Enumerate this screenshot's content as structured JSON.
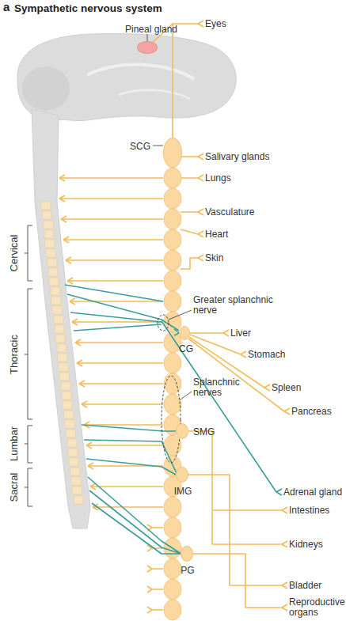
{
  "diagram": {
    "title": "Sympathetic nervous system",
    "nodes": [
      {
        "text": [
          "Pineal gland"
        ]
      },
      {
        "text": [
          "SCG"
        ]
      },
      {
        "text": [
          "CG"
        ]
      },
      {
        "text": [
          "SMG"
        ]
      },
      {
        "text": [
          "IMG"
        ]
      },
      {
        "text": [
          "PG"
        ]
      }
    ],
    "edges": [
      {
        "from": 1,
        "to": 0,
        "arrow": "none"
      }
    ],
    "labels": [
      "a",
      "Eyes",
      "Salivary glands",
      "Lungs",
      "Vasculature",
      "Heart",
      "Skin",
      "Greater splanchnic nerve",
      "Liver",
      "Stomach",
      "Spleen",
      "Pancreas",
      "Splanchnic nerves",
      "Adrenal gland",
      "Intestines",
      "Kidneys",
      "Bladder",
      "Reproductive organs",
      "Cervical",
      "Thoracic",
      "Lumbar",
      "Sacral"
    ]
  }
}
